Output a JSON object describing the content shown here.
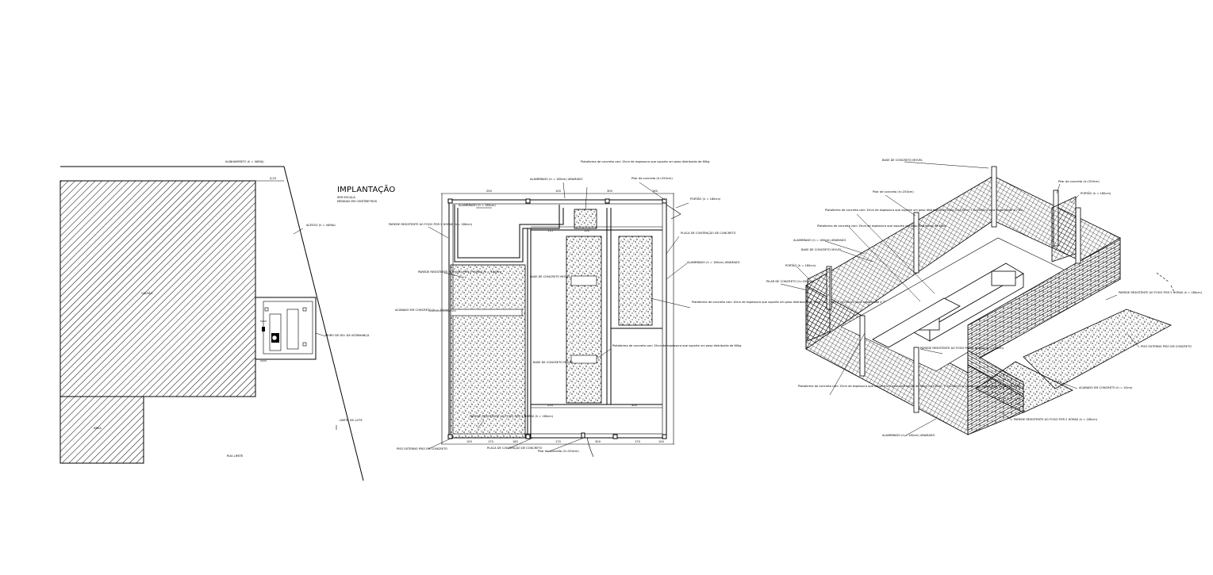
{
  "site_plan": {
    "title": "IMPLANTAÇÃO",
    "subtitle_1": "SEM ESCALA",
    "subtitle_2": "MEDIDAS EM CENTÍMETROS",
    "top_label": "ALINHAMENTO (h = VARIA)",
    "building_label": "GALPÃO",
    "lower_label": "ÁREA",
    "right_label_1": "ACESSO (h = VARIA)",
    "right_label_2": "MURO DE DIV. DA VIZINHANÇA",
    "right_label_3": "LIMITE DO LOTE",
    "bottom_label": "RUA LIMITE",
    "dim_top": "4,20"
  },
  "floor_plan": {
    "label_alambrado_top": "ALAMBRADO (h = 180cm)",
    "label_alambrado_top2": "ALAMBRADO (h = 180cm) ARAMADO",
    "label_plataforma_top": "Plataforma de concreto com 15cm de espessura que suporte um peso distribuído de 60kg",
    "label_pilar_top": "Pilar de concreto (h=250cm)",
    "label_portao_top": "PORTÃO (h = 180cm)",
    "label_parede_left": "PAREDE RESISTENTE AO FOGO POR 2 HORAS (h = 180cm)",
    "label_parede_left2": "PAREDE RESISTENTE AO FOGO POR 2 HORAS (h = 180cm)",
    "label_acabado": "ACABADO EM CONCRETO (h = 10cm)",
    "label_base_mid": "BASE DE CONCRETO MÓVEL",
    "label_base_lower": "BASE DE CONCRETO MÓVEL",
    "label_plataforma_mid": "Plataforma de concreto com 15cm de espessura que suporte um peso distribuído de 60kg",
    "label_plataforma_right": "Plataforma de concreto com 10cm de espessura que suporte um peso distribuído de 60kg (1x100cm + 2x200cm) para capacidade a 7Ton",
    "label_alambrado_right": "ALAMBRADO (h = 180cm) ARAMADO",
    "label_placa_right": "PLACA DE CONTENÇÃO DE CONCRETO",
    "label_parede_bottom": "PAREDE RESISTENTE AO FOGO POR 2 HORAS (h = 180cm)",
    "label_piso_bottom": "PISO EXTERNO PISO EM CONCRETO",
    "label_placa_bottom": "PLACA DE CONTENÇÃO DE CONCRETO",
    "label_pilar_bottom": "Pilar de concreto (h=250cm)",
    "dims_top": [
      "250",
      "100",
      "300",
      "160"
    ],
    "dims_inner": [
      "115",
      "150",
      "210",
      "300"
    ],
    "dims_bottom": [
      "100",
      "170",
      "185",
      "170",
      "300",
      "170",
      "100"
    ]
  },
  "iso_view": {
    "label_base_top": "BASE DE CONCRETO MÓVEL",
    "label_pilar_a": "Pilar de concreto (h=250cm)",
    "label_pilar_b": "Pilar de concreto (h=250cm)",
    "label_portao_a": "PORTÃO (h = 180cm)",
    "label_plataforma_a": "Plataforma de concreto com 15cm de espessura que suporte um peso distribuído de 60kg (1x100cm + 2x200cm) para capacidade a 7Ton",
    "label_plataforma_b": "Plataforma de concreto com 15cm de espessura que suporte um peso distribuído de 60kg",
    "label_alambrado_a": "ALAMBRADO (h = 180cm) ARAMADO",
    "label_base_left": "BASE DE CONCRETO MÓVEL",
    "label_portao_b": "PORTÃO (h = 180cm)",
    "label_pilar_c": "PILAR DE CONCRETO (h=250cm)",
    "label_parede_right": "PAREDE RESISTENTE AO FOGO POR 2 HORAS (h = 180cm)",
    "label_piso_right": "PISO EXTERNO PISO EM CONCRETO",
    "label_acabado": "ACABADO EM CONCRETO (h = 10cm)",
    "label_parede_mid": "PAREDE RESISTENTE AO FOGO POR 2 HORAS (h = 180cm)",
    "label_plataforma_c": "Plataforma de concreto com 15cm de espessura que suporte um peso distribuído de 60kg (1x100cm + 2x200cm) p/ tambor de capacidade de combustível",
    "label_parede_bottom": "PAREDE RESISTENTE AO FOGO POR 2 HORAS (h = 180cm)",
    "label_alambrado_bottom": "ALAMBRADO (h = 180cm) ARAMADO"
  }
}
